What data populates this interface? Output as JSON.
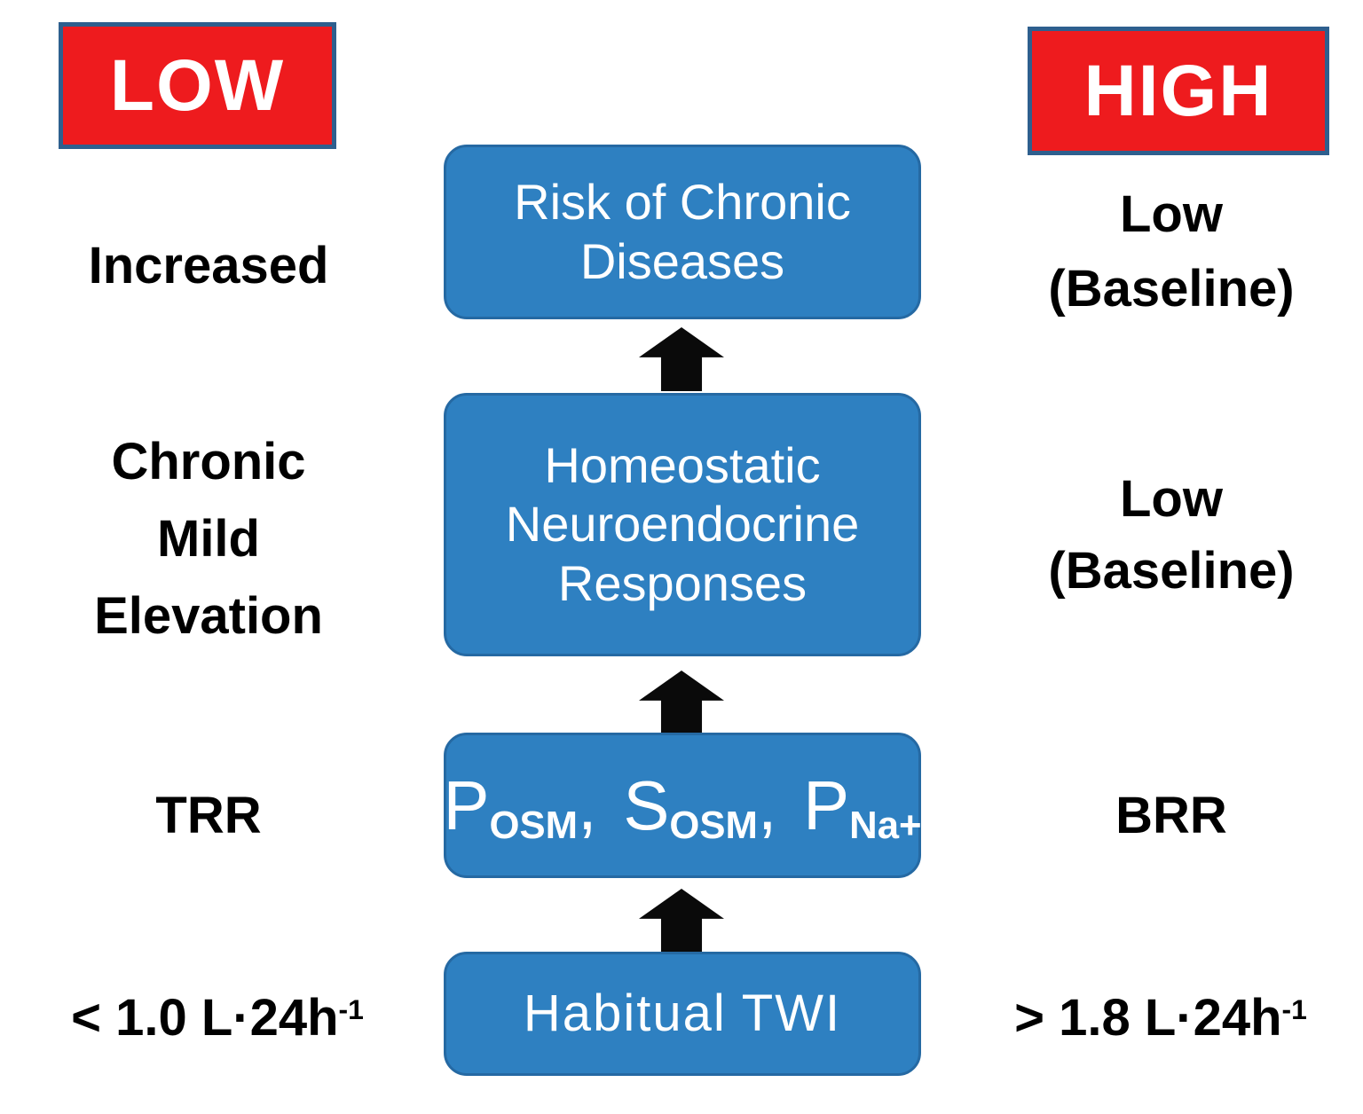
{
  "badges": {
    "low": "LOW",
    "high": "HIGH"
  },
  "center_flow": {
    "box_risk": {
      "line1": "Risk of Chronic",
      "line2": "Diseases"
    },
    "box_homeostatic": {
      "line1": "Homeostatic",
      "line2": "Neuroendocrine",
      "line3": "Responses"
    },
    "box_osm": {
      "p1_main": "P",
      "p1_sub": "OSM",
      "sep1": ",",
      "s_main": "S",
      "s_sub": "OSM",
      "sep2": ",",
      "p2_main": "P",
      "p2_sub": "Na+"
    },
    "box_twi": {
      "label": "Habitual TWI"
    }
  },
  "left_column": {
    "risk_label": "Increased",
    "homeostatic_label": {
      "line1": "Chronic",
      "line2": "Mild",
      "line3": "Elevation"
    },
    "osm_label": "TRR",
    "twi_label": {
      "base": "< 1.0 L·24h",
      "sup": "-1"
    }
  },
  "right_column": {
    "risk_label": {
      "line1": "Low",
      "line2": "(Baseline)"
    },
    "homeostatic_label": {
      "line1": "Low",
      "line2": "(Baseline)"
    },
    "osm_label": "BRR",
    "twi_label": {
      "base": "> 1.8 L·24h",
      "sup": "-1"
    }
  },
  "colors": {
    "badge_red": "#ee1b1e",
    "badge_border": "#2e5f8e",
    "box_blue": "#2e80c1",
    "box_blue_border": "#2569a3",
    "box_text_white": "#ffffff",
    "arrow_black": "#0a0a0a",
    "label_black": "#000000",
    "background": "#ffffff"
  }
}
